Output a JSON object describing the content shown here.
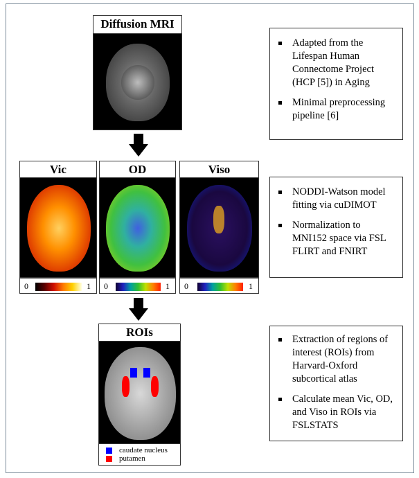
{
  "pipeline": {
    "diffusion": {
      "title": "Diffusion MRI"
    },
    "maps": [
      {
        "title": "Vic",
        "min": "0",
        "max": "1",
        "colormap": [
          "#000000",
          "#5a0000",
          "#d01000",
          "#ff7a00",
          "#ffd000",
          "#ffffe0"
        ]
      },
      {
        "title": "OD",
        "min": "0",
        "max": "1",
        "colormap": [
          "#100030",
          "#2020c0",
          "#00a0a0",
          "#30c030",
          "#c0e000",
          "#ff8000",
          "#ff2000"
        ]
      },
      {
        "title": "Viso",
        "min": "0",
        "max": "1",
        "colormap": [
          "#100030",
          "#2020c0",
          "#00a0a0",
          "#30c030",
          "#c0e000",
          "#ff8000",
          "#ff2000"
        ]
      }
    ],
    "rois": {
      "title": "ROIs",
      "legend": [
        {
          "label": "caudate nucleus",
          "color": "#0000ff"
        },
        {
          "label": "putamen",
          "color": "#ff0000"
        }
      ]
    }
  },
  "notes": [
    {
      "items": [
        "Adapted from the Lifespan Human Connectome Project (HCP [5]) in Aging",
        "Minimal preprocessing pipeline [6]"
      ]
    },
    {
      "items": [
        "NODDI-Watson model fitting via cuDIMOT",
        "Normalization to MNI152 space via FSL FLIRT and FNIRT"
      ]
    },
    {
      "items": [
        "Extraction of regions of interest (ROIs) from Harvard-Oxford subcortical atlas",
        "Calculate mean Vic, OD, and Viso in ROIs via FSLSTATS"
      ]
    }
  ]
}
